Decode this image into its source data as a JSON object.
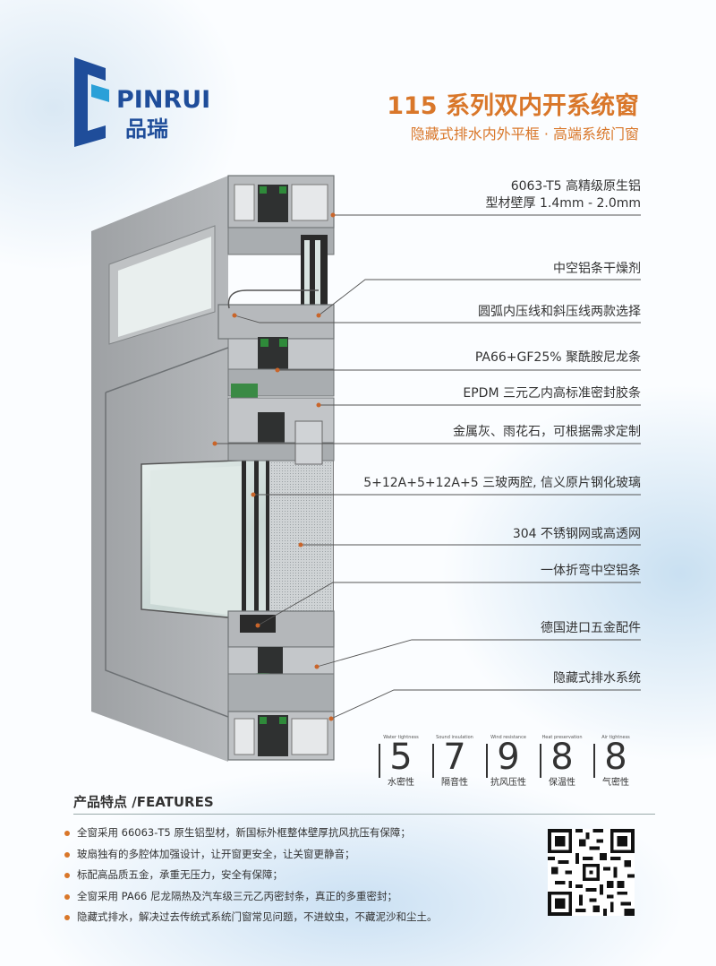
{
  "brand": {
    "name_en": "PINRUI",
    "name_cn": "品瑞",
    "color": "#1f4d9a"
  },
  "header": {
    "title": "115 系列双内开系统窗",
    "subtitle": "隐藏式排水内外平框 · 高端系统门窗",
    "accent": "#d9772a"
  },
  "callouts": [
    {
      "lines": [
        "6063-T5 高精级原生铝",
        "型材壁厚 1.4mm - 2.0mm"
      ]
    },
    {
      "lines": [
        "中空铝条干燥剂"
      ]
    },
    {
      "lines": [
        "圆弧内压线和斜压线两款选择"
      ]
    },
    {
      "lines": [
        "PA66+GF25% 聚酰胺尼龙条"
      ]
    },
    {
      "lines": [
        "EPDM 三元乙内高标准密封胶条"
      ]
    },
    {
      "lines": [
        "金属灰、雨花石，可根据需求定制"
      ]
    },
    {
      "lines": [
        "5+12A+5+12A+5 三玻两腔, 信义原片钢化玻璃"
      ]
    },
    {
      "lines": [
        "304 不锈钢网或高透网"
      ]
    },
    {
      "lines": [
        "一体折弯中空铝条"
      ]
    },
    {
      "lines": [
        "德国进口五金配件"
      ]
    },
    {
      "lines": [
        "隐藏式排水系统"
      ]
    }
  ],
  "ratings": [
    {
      "en": "Water tightness",
      "value": "5",
      "cn": "水密性"
    },
    {
      "en": "Sound insulation",
      "value": "7",
      "cn": "隔音性"
    },
    {
      "en": "Wind resistance",
      "value": "9",
      "cn": "抗风压性"
    },
    {
      "en": "Heat preservation",
      "value": "8",
      "cn": "保温性"
    },
    {
      "en": "Air tightness",
      "value": "8",
      "cn": "气密性"
    }
  ],
  "features": {
    "heading": "产品特点 /FEATURES",
    "items": [
      "全窗采用 66063-T5 原生铝型材，新国标外框整体壁厚抗风抗压有保障；",
      "玻扇独有的多腔体加强设计，让开窗更安全，让关窗更静音；",
      "标配高品质五金，承重无压力，安全有保障；",
      "全窗采用 PA66 尼龙隔热及汽车级三元乙丙密封条，真正的多重密封；",
      "隐藏式排水，解决过去传统式系统门窗常见问题，不进蚊虫，不藏泥沙和尘土。"
    ]
  }
}
